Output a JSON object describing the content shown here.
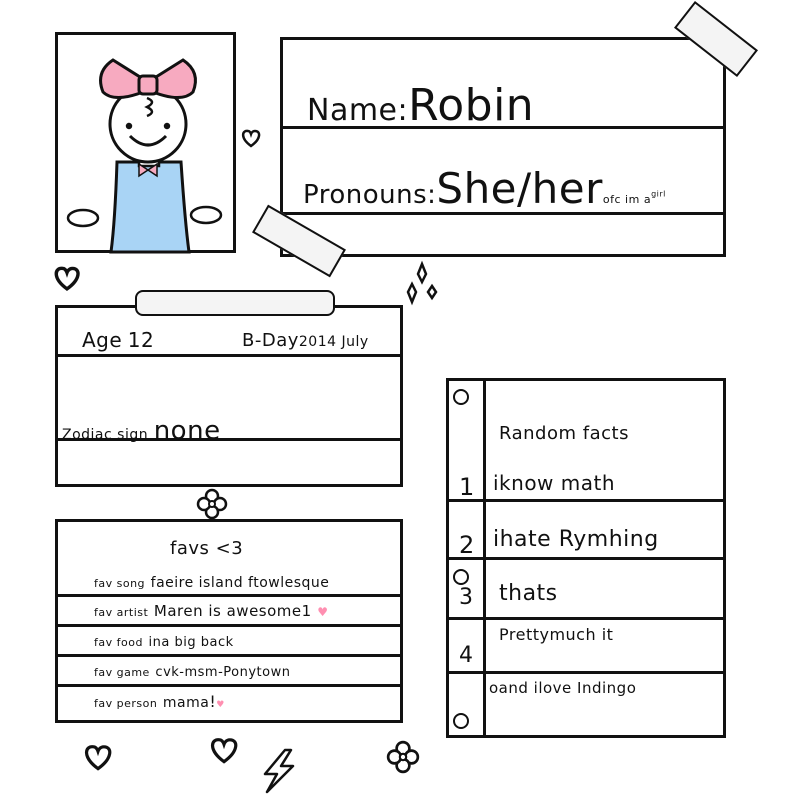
{
  "name_card": {
    "name_label": "Name:",
    "name_value": "Robin",
    "pronouns_label": "Pronouns:",
    "pronouns_value": "She/her",
    "note": "ofc im a",
    "note_small": "girl"
  },
  "info_card": {
    "age_label": "Age",
    "age_value": "12",
    "bday_label": "B-Day",
    "bday_value": "2014 July",
    "zodiac_label": "Zodiac sign",
    "zodiac_value": "none"
  },
  "favs": {
    "title": "favs <3",
    "rows": [
      {
        "label": "fav song",
        "value": "faeire island ftowlesque"
      },
      {
        "label": "fav artist",
        "value": "Maren is awesome1"
      },
      {
        "label": "fav food",
        "value": "ina big back"
      },
      {
        "label": "fav game",
        "value": "cvk-msm-Ponytown"
      },
      {
        "label": "fav person",
        "value": "mama"
      }
    ]
  },
  "facts": {
    "title": "Random facts",
    "rows": [
      {
        "num": "1",
        "text": "iknow math"
      },
      {
        "num": "2",
        "text": "ihate Rymhing"
      },
      {
        "num": "3",
        "text": "thats"
      },
      {
        "num": "4",
        "text": "Prettymuch it"
      },
      {
        "num": "",
        "text": "oand ilove Indingo"
      }
    ]
  },
  "colors": {
    "bow": "#f7aac0",
    "dress": "#a9d4f5",
    "heart_accent": "#ff8fb1"
  }
}
